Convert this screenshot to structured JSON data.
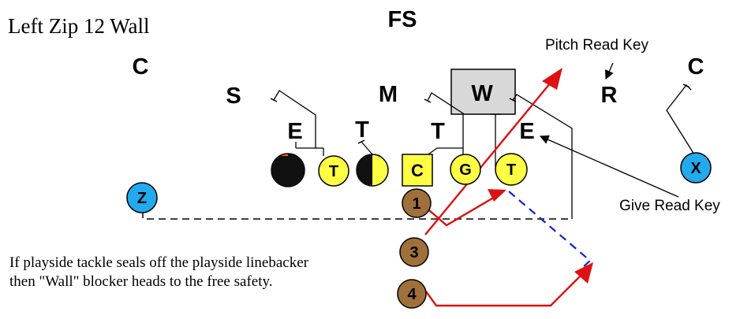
{
  "title": "Left Zip 12 Wall",
  "note": {
    "line1": "If playside tackle seals off the playside linebacker",
    "line2": "then \"Wall\" blocker heads to the free safety."
  },
  "defense": {
    "fs": "FS",
    "c_left": "C",
    "c_right": "C",
    "s": "S",
    "m": "M",
    "w": "W",
    "r": "R",
    "e_left": "E",
    "t_left": "T",
    "t_right": "T",
    "e_right": "E"
  },
  "offense": {
    "left_tackle": "T",
    "center": "C",
    "right_guard": "G",
    "right_tackle": "T",
    "z": "Z",
    "x": "X",
    "back_1": "1",
    "back_3": "3",
    "back_4": "4"
  },
  "keys": {
    "pitch": "Pitch Read Key",
    "give": "Give Read Key"
  },
  "colors": {
    "yellow": "#ffff44",
    "orange": "#ff6600",
    "brown": "#a0703a",
    "blue": "#22aaee",
    "red": "#dd1111",
    "dashed_blue": "#1122cc",
    "wall_box": "#d8d8d8"
  }
}
